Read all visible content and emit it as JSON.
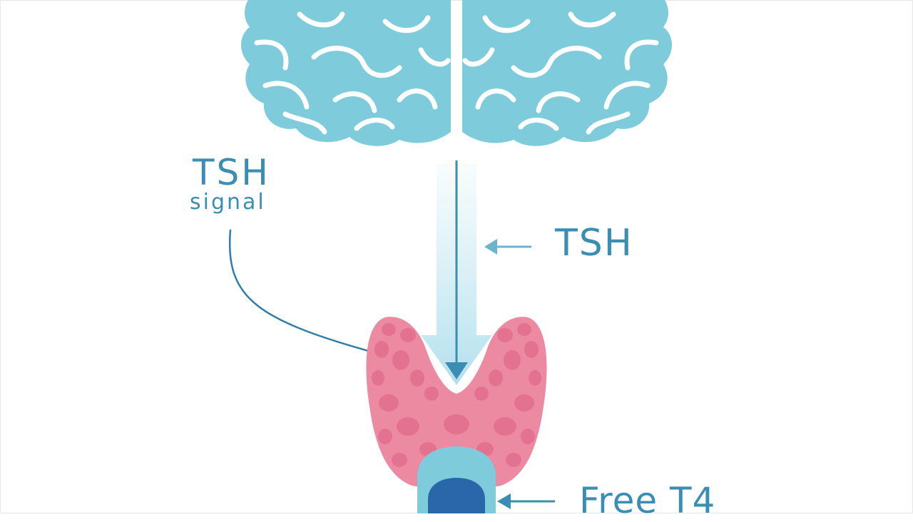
{
  "labels": {
    "tsh_signal_title": "TSH",
    "tsh_signal_sub": "signal",
    "tsh_arrow_label": "TSH",
    "free_t4_label": "Free T4"
  },
  "colors": {
    "brain": "#7dcbdb",
    "brain_groove": "#ffffff",
    "thyroid": "#ec8aa2",
    "thyroid_spots": "#e06b8a",
    "trachea_outer": "#7dcbdb",
    "trachea_inner": "#2a67aa",
    "arrow": "#3a8db3",
    "label_text": "#3a8db3"
  },
  "icons": {
    "brain": "brain-icon",
    "thyroid": "thyroid-icon",
    "trachea": "trachea-icon"
  }
}
